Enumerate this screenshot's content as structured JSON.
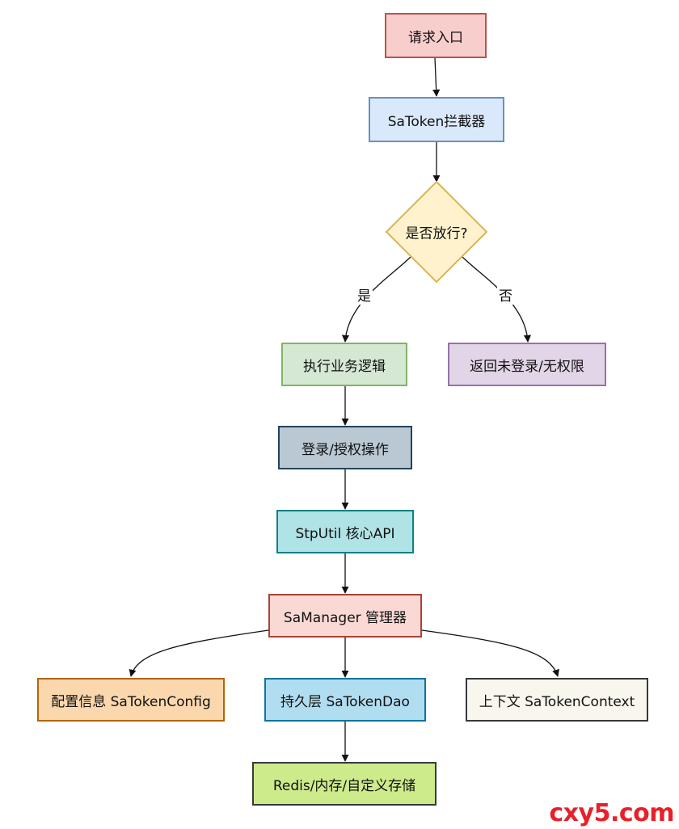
{
  "nodes": {
    "entry": "请求入口",
    "interceptor": "SaToken拦截器",
    "decision": "是否放行?",
    "business": "执行业务逻辑",
    "reject": "返回未登录/无权限",
    "login": "登录/授权操作",
    "stputil": "StpUtil 核心API",
    "manager": "SaManager 管理器",
    "config": "配置信息 SaTokenConfig",
    "dao": "持久层 SaTokenDao",
    "context": "上下文 SaTokenContext",
    "storage": "Redis/内存/自定义存储"
  },
  "edges": {
    "yes": "是",
    "no": "否"
  },
  "colors": {
    "entry": {
      "fill": "#f8cecc",
      "stroke": "#b85450"
    },
    "interceptor": {
      "fill": "#dae8fc",
      "stroke": "#6c8ebf"
    },
    "decision": {
      "fill": "#fff2cc",
      "stroke": "#d6b656"
    },
    "business": {
      "fill": "#d5e8d4",
      "stroke": "#82b366"
    },
    "reject": {
      "fill": "#e1d5e7",
      "stroke": "#9673a6"
    },
    "login": {
      "fill": "#bac8d3",
      "stroke": "#23445d"
    },
    "stputil": {
      "fill": "#b0e3e6",
      "stroke": "#0e8088"
    },
    "manager": {
      "fill": "#fad9d5",
      "stroke": "#ae4132"
    },
    "config": {
      "fill": "#fad7ac",
      "stroke": "#b46504"
    },
    "dao": {
      "fill": "#b1ddf0",
      "stroke": "#10739e"
    },
    "context": {
      "fill": "#f9f7ed",
      "stroke": "#36393d"
    },
    "storage": {
      "fill": "#cdeb8b",
      "stroke": "#36393d"
    }
  },
  "watermark": "cxy5.com"
}
